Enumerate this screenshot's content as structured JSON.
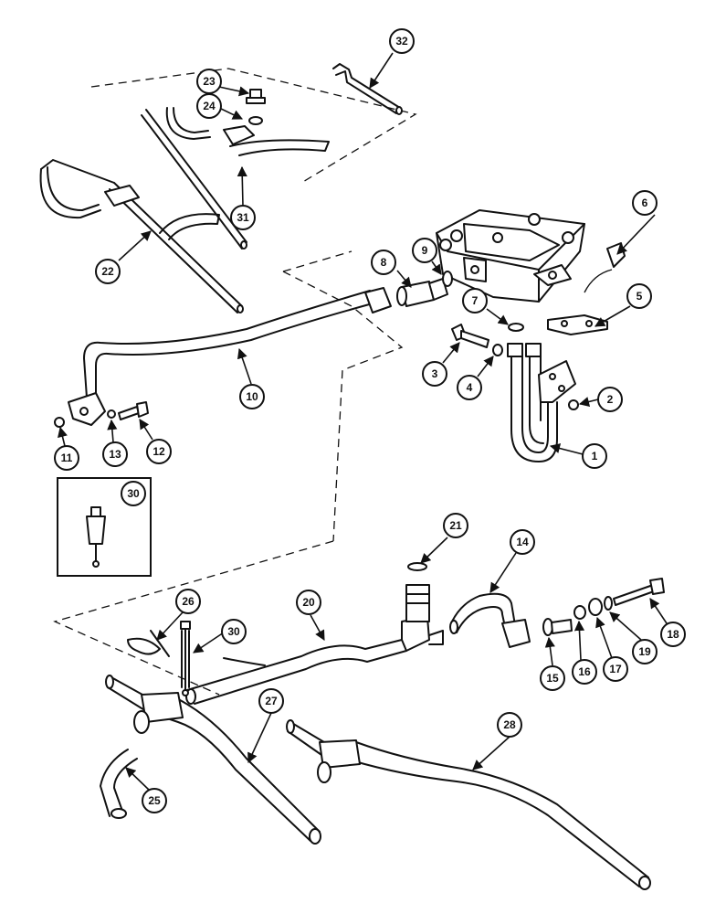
{
  "callouts": {
    "c1": "1",
    "c2": "2",
    "c3": "3",
    "c4": "4",
    "c5": "5",
    "c6": "6",
    "c7": "7",
    "c8": "8",
    "c9": "9",
    "c10": "10",
    "c11": "11",
    "c12": "12",
    "c13": "13",
    "c14": "14",
    "c15": "15",
    "c16": "16",
    "c17": "17",
    "c18": "18",
    "c19": "19",
    "c20": "20",
    "c21": "21",
    "c22": "22",
    "c23": "23",
    "c24": "24",
    "c25": "25",
    "c26": "26",
    "c27": "27",
    "c28": "28",
    "c30a": "30",
    "c30b": "30",
    "c31": "31",
    "c32": "32"
  }
}
